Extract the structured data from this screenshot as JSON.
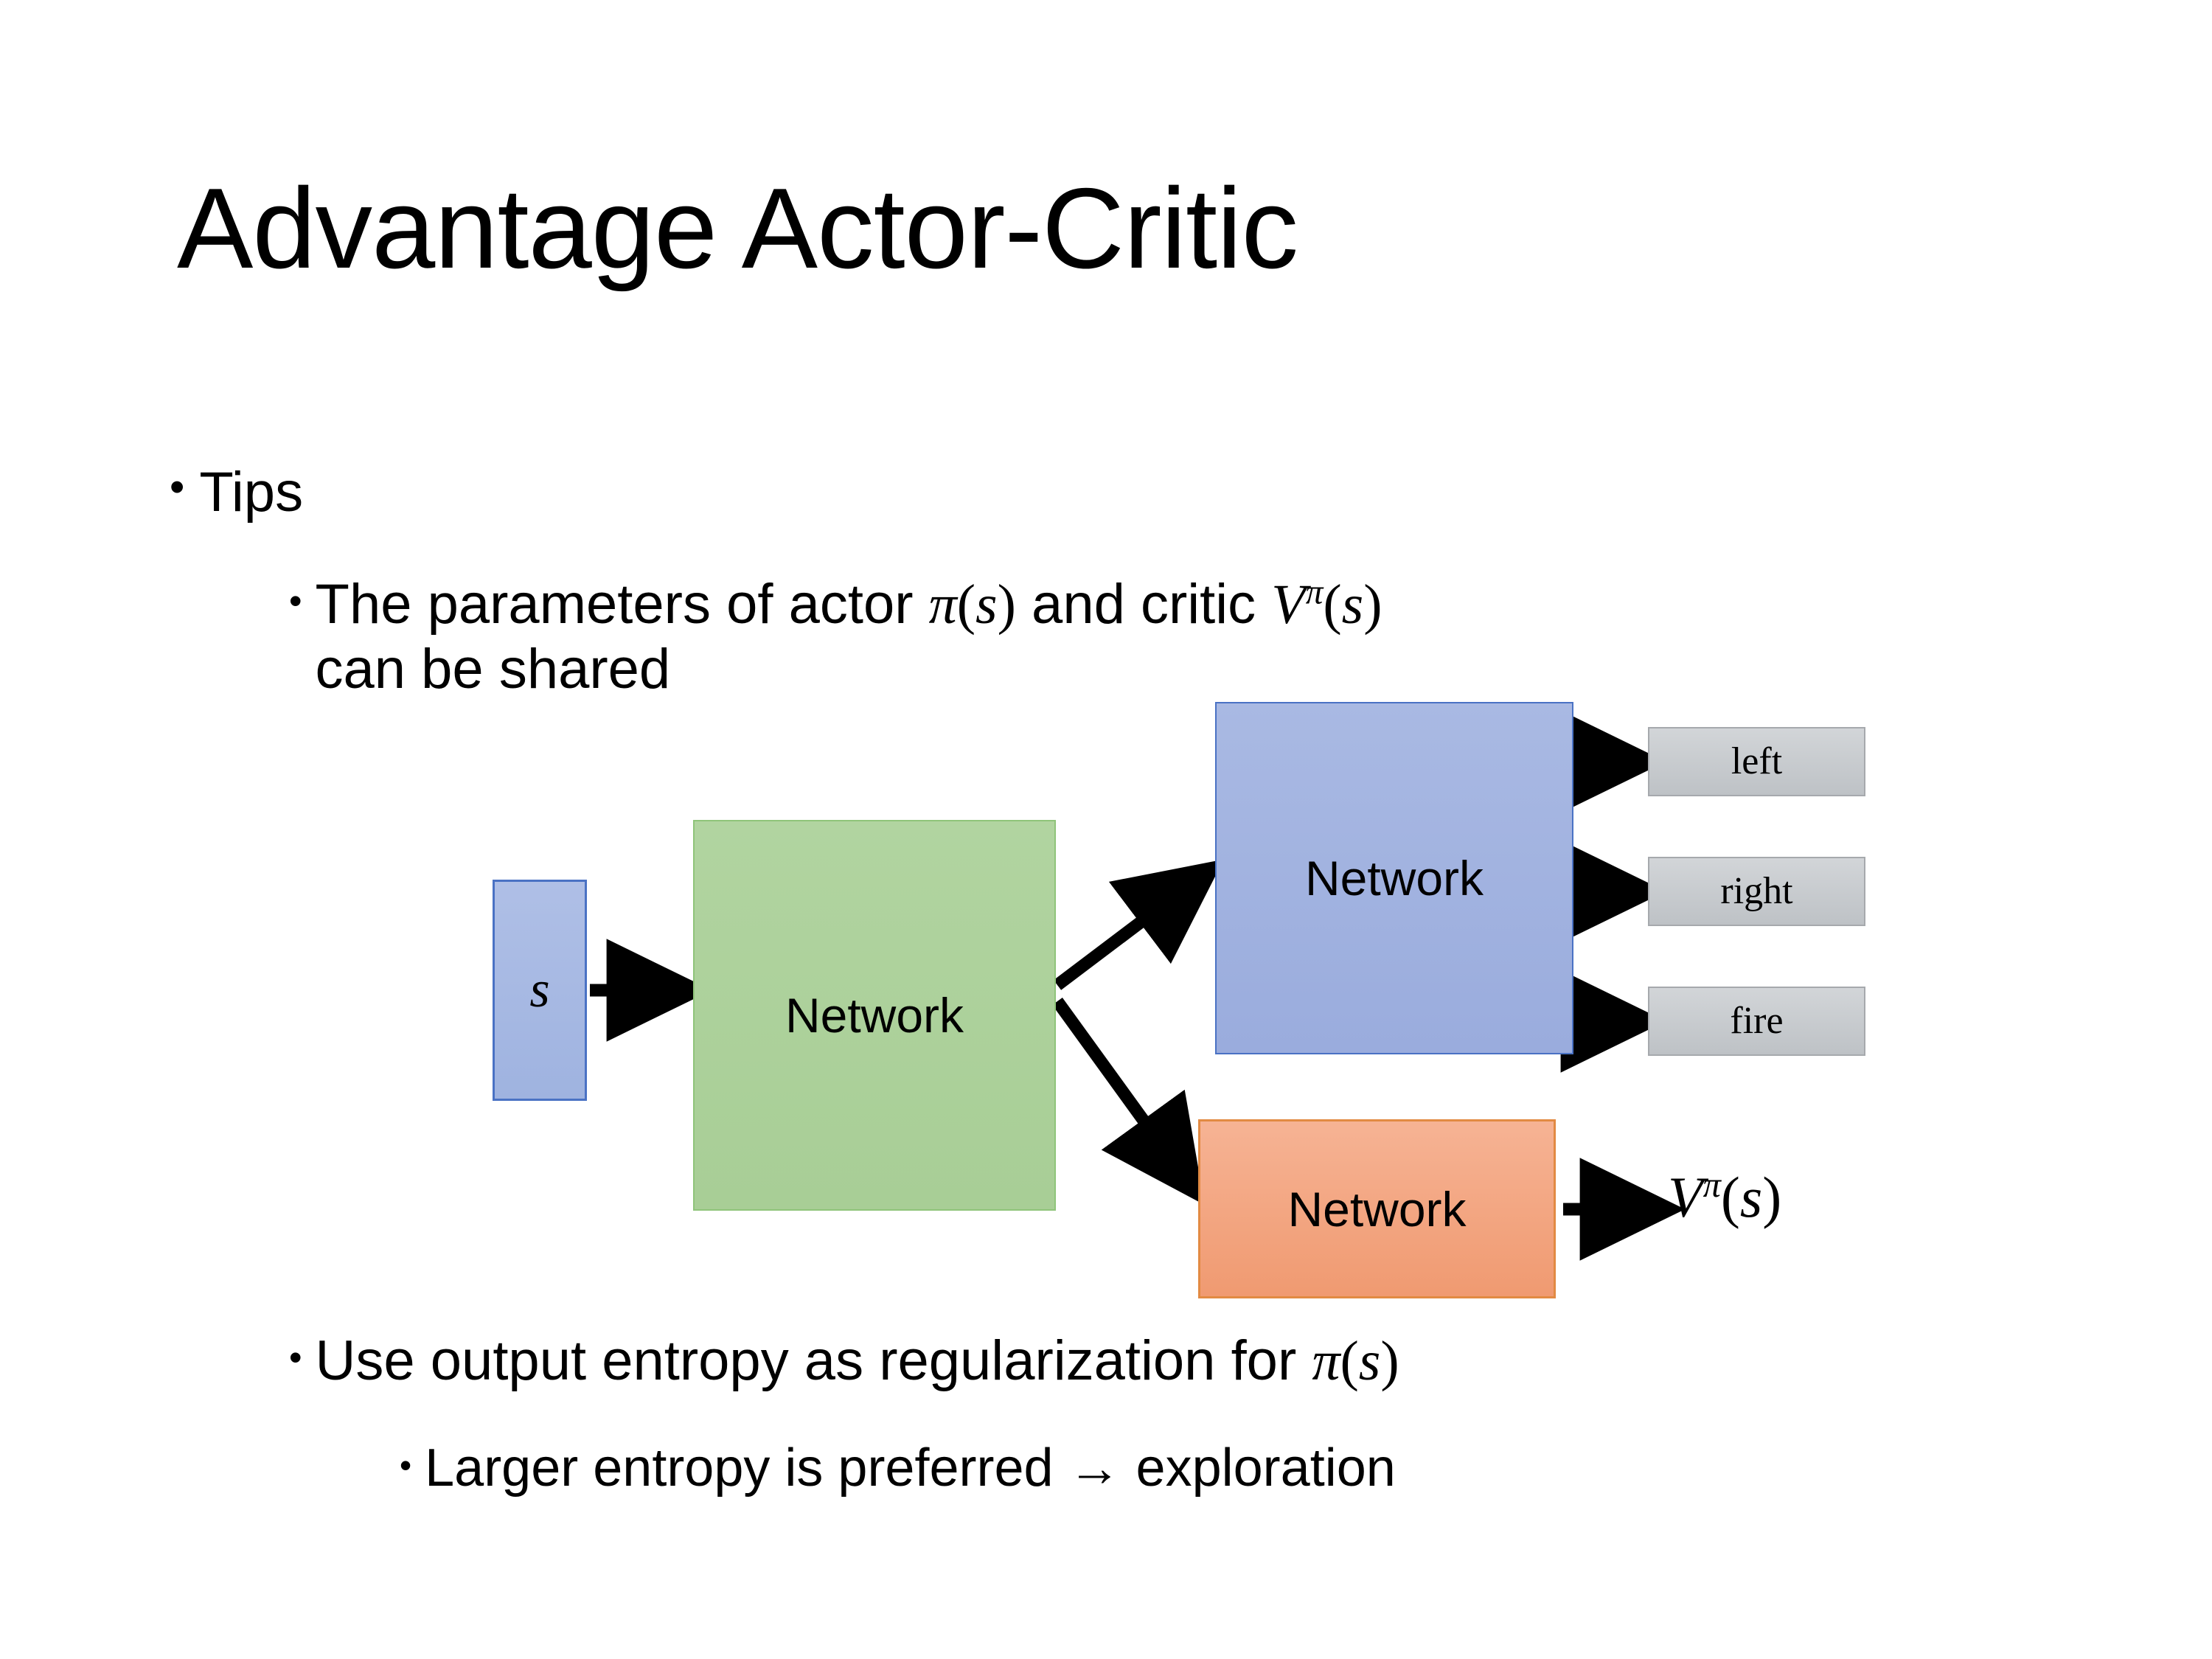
{
  "slide": {
    "title": "Advantage Actor-Critic",
    "background_color": "#FFFFFF"
  },
  "bullets": {
    "level1_tips": "Tips",
    "level2_params_pre": "The parameters of actor ",
    "level2_params_pi": "π(s)",
    "level2_params_mid": "  and critic ",
    "level2_params_v": "Vπ(s)",
    "level2_params_line2": "can be shared",
    "level2_entropy_pre": "Use output entropy as regularization for ",
    "level2_entropy_pi": "π(s)",
    "level3_larger": "Larger entropy is preferred → exploration",
    "bullet_glyph": "•"
  },
  "diagram": {
    "input_label": "s",
    "shared_network_label": "Network",
    "actor_network_label": "Network",
    "critic_network_label": "Network",
    "actions": [
      {
        "label": "left"
      },
      {
        "label": "right"
      },
      {
        "label": "fire"
      }
    ],
    "critic_output": "Vπ(s)",
    "colors": {
      "input_fill": "#A3B5E0",
      "input_border": "#4A72C4",
      "shared_fill": "#AED09D",
      "shared_border": "#8FC47A",
      "actor_fill": "#A3B5E0",
      "actor_border": "#4A72C4",
      "critic_fill": "#F2A07B",
      "critic_border": "#E28A43",
      "action_fill": "#C8CBCF",
      "action_border": "#A6A9AD",
      "arrow": "#000000"
    }
  }
}
